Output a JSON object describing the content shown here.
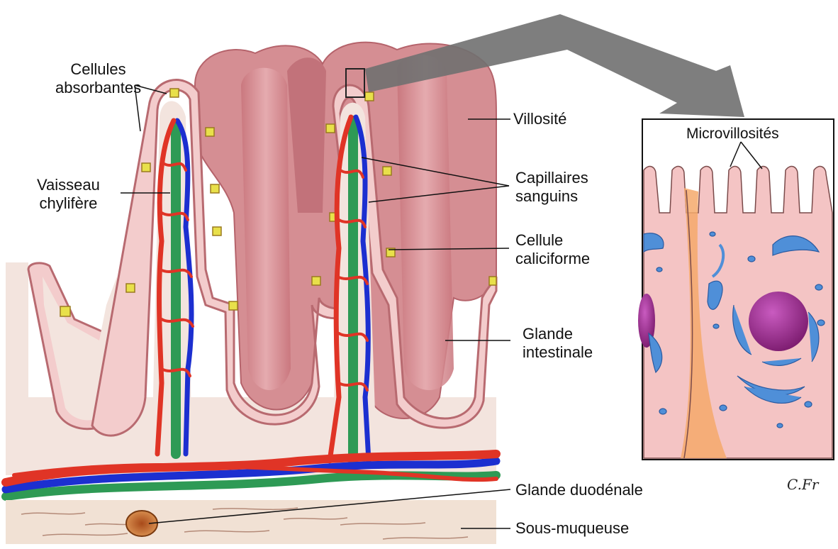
{
  "labels": {
    "absorbent_cells": [
      "Cellules",
      "absorbantes"
    ],
    "lacteal": [
      "Vaisseau",
      "chylifère"
    ],
    "villus": "Villosité",
    "blood_capillaries": [
      "Capillaires",
      "sanguins"
    ],
    "goblet_cell": [
      "Cellule",
      "caliciforme"
    ],
    "intestinal_gland": [
      "Glande",
      "intestinale"
    ],
    "duodenal_gland": "Glande duodénale",
    "submucosa": "Sous-muqueuse",
    "microvilli": "Microvillosités"
  },
  "signature": "C.Fr...",
  "colors": {
    "mucosa_pink": "#d98f94",
    "villus_light": "#e7aeb2",
    "epithelium": "#f3cccc",
    "goblet": "#e8e04a",
    "artery_red": "#e03426",
    "vein_blue": "#1c2fd0",
    "lacteal_green": "#2e9a55",
    "lamina": "#f3e4de",
    "submucosa": "#f1e1d4",
    "cell_pink": "#f4c4c4",
    "nucleus": "#9a2a8a",
    "organelle_blue": "#4f8fd8"
  }
}
